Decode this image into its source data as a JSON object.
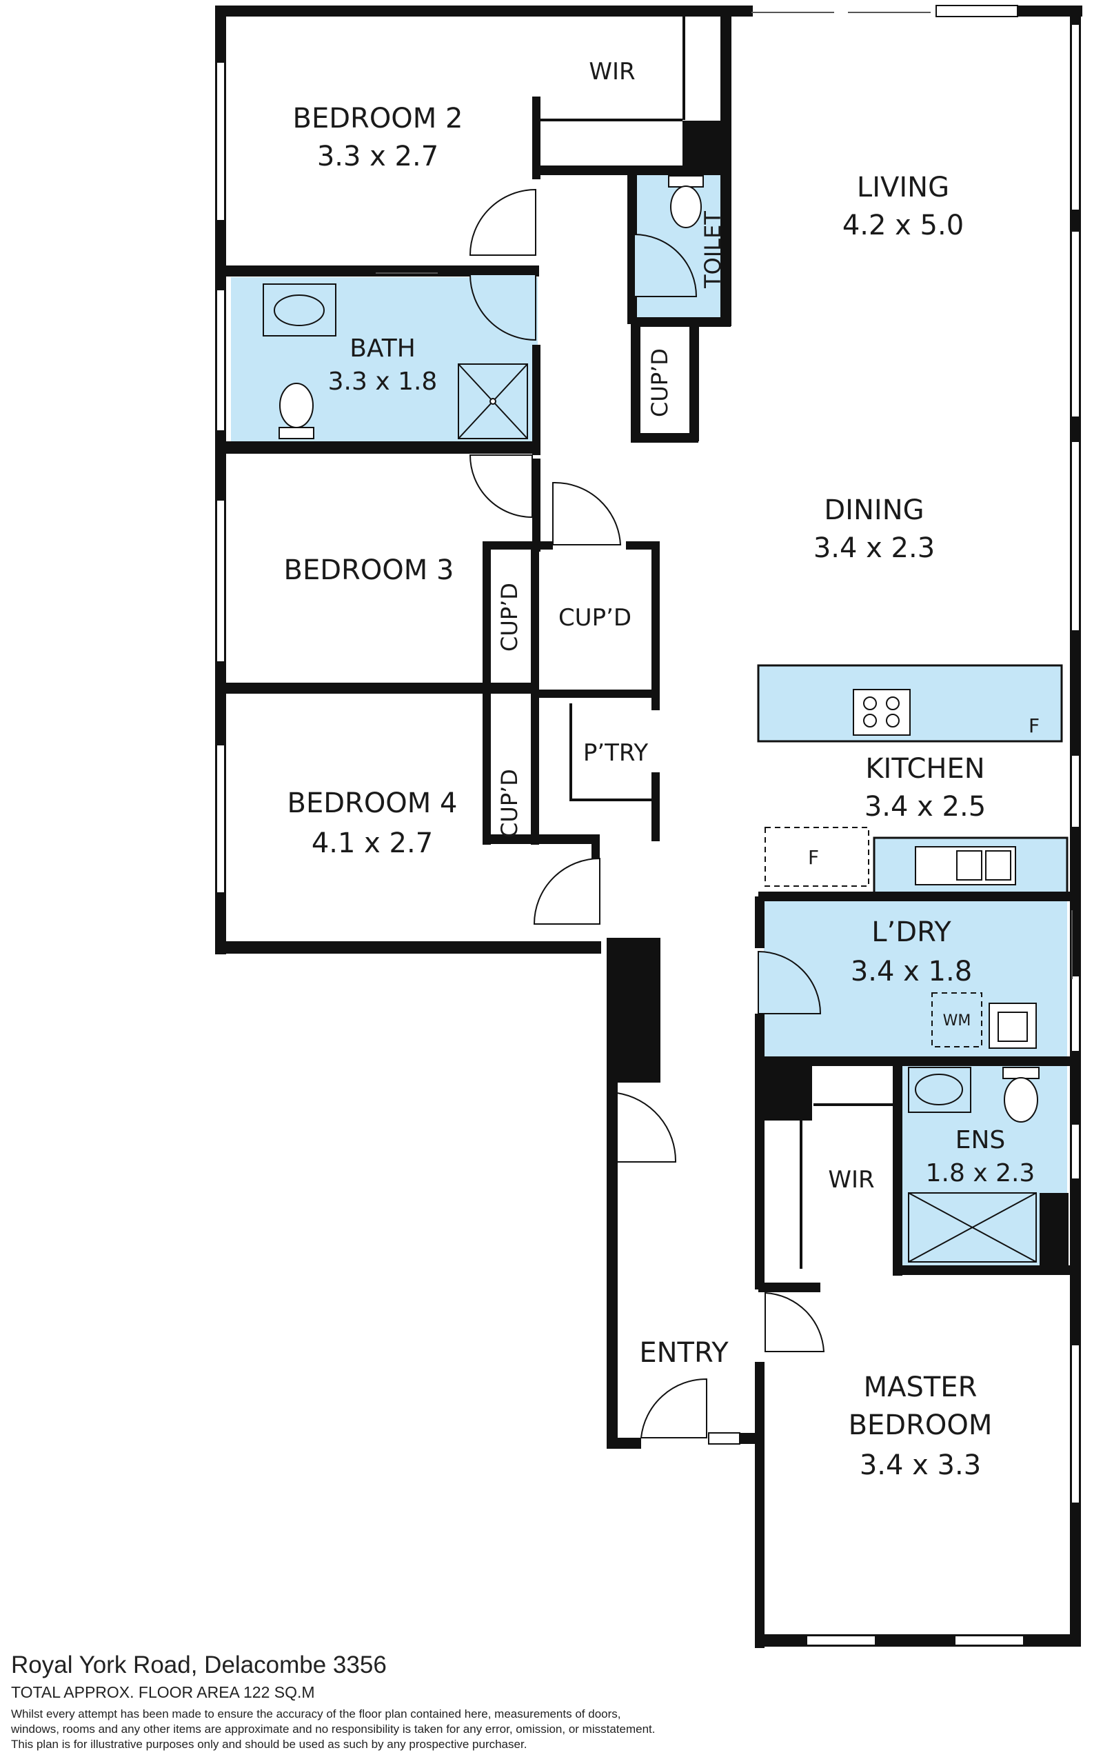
{
  "rooms": {
    "bedroom2": {
      "name": "BEDROOM 2",
      "size": "3.3 x 2.7"
    },
    "wir_top": {
      "name": "WIR"
    },
    "toilet": {
      "name": "TOILET"
    },
    "living": {
      "name": "LIVING",
      "size": "4.2 x 5.0"
    },
    "bath": {
      "name": "BATH",
      "size": "3.3 x 1.8"
    },
    "cupd_upper": {
      "name": "CUP’D"
    },
    "dining": {
      "name": "DINING",
      "size": "3.4 x 2.3"
    },
    "bedroom3": {
      "name": "BEDROOM 3"
    },
    "cupd_bed3": {
      "name": "CUP’D"
    },
    "cupd_hall": {
      "name": "CUP’D"
    },
    "kitchen": {
      "name": "KITCHEN",
      "size": "3.4 x 2.5"
    },
    "bedroom4": {
      "name": "BEDROOM 4",
      "size": "4.1 x 2.7"
    },
    "cupd_bed4": {
      "name": "CUP’D"
    },
    "pantry": {
      "name": "P’TRY"
    },
    "fridge_kitchen": {
      "name": "F"
    },
    "fridge_space": {
      "name": "F"
    },
    "laundry": {
      "name": "L’DRY",
      "size": "3.4 x 1.8"
    },
    "wm": {
      "name": "WM"
    },
    "ensuite": {
      "name": "ENS",
      "size": "1.8 x 2.3"
    },
    "wir_master": {
      "name": "WIR"
    },
    "entry": {
      "name": "ENTRY"
    },
    "master": {
      "name_line1": "MASTER",
      "name_line2": "BEDROOM",
      "size": "3.4 x 3.3"
    }
  },
  "footer": {
    "address": "Royal York Road, Delacombe 3356",
    "area": "TOTAL APPROX. FLOOR AREA 122 SQ.M",
    "disclaimer": [
      "Whilst every attempt has been made to ensure the accuracy of the floor plan contained here, measurements of doors,",
      "windows, rooms and any other items are approximate and no responsibility is taken for any error, omission, or misstatement.",
      "This plan is for illustrative purposes only and should be used as such by any prospective purchaser."
    ]
  },
  "colors": {
    "wall": "#111111",
    "wet_area": "#c5e6f7",
    "window": "#ffffff",
    "fixture": "#555555",
    "text": "#1a1a1a"
  }
}
